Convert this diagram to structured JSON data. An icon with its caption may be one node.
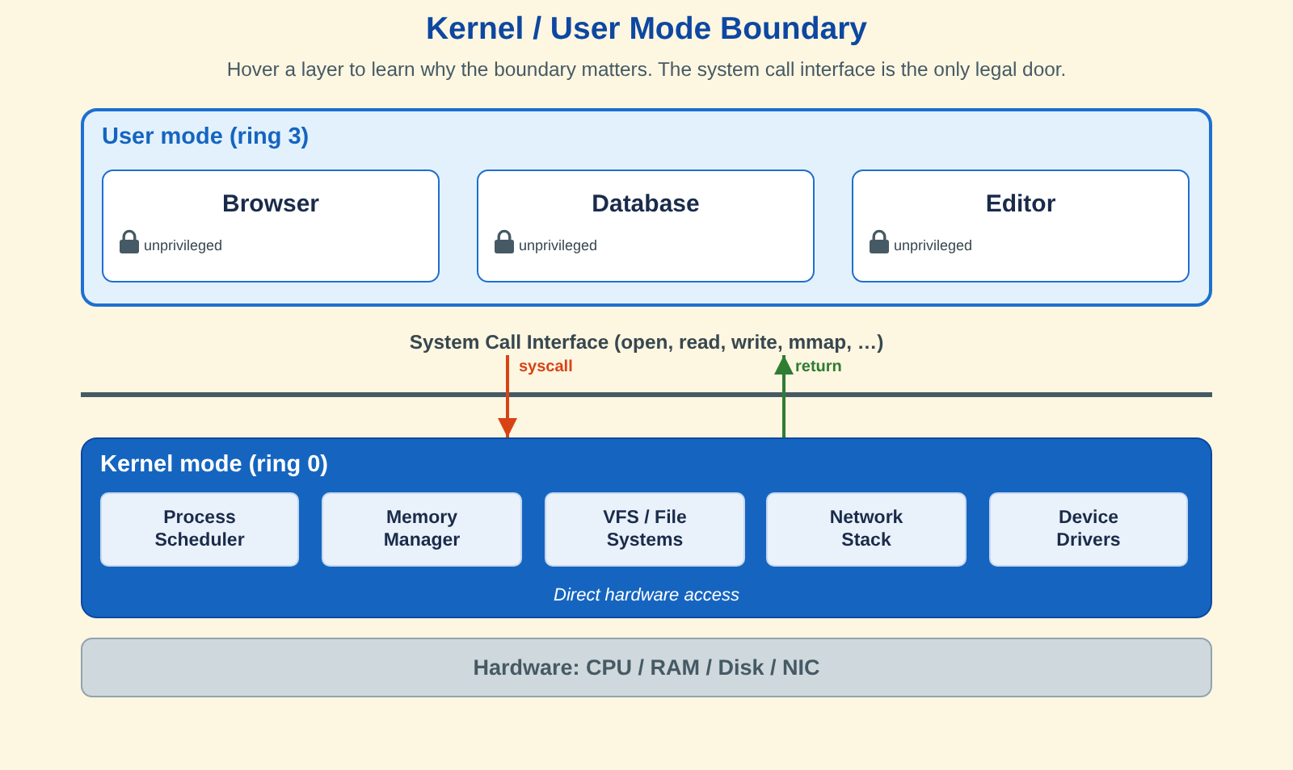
{
  "diagram": {
    "title": "Kernel / User Mode Boundary",
    "nodes": [
      {
        "text": [
          "User mode (ring 3)"
        ]
      },
      {
        "text": [
          "Browser",
          "unprivileged"
        ],
        "in": 0
      },
      {
        "text": [
          "Database",
          "unprivileged"
        ],
        "in": 0
      },
      {
        "text": [
          "Editor",
          "unprivileged"
        ],
        "in": 0
      },
      {
        "text": [
          "System Call Interface (open, read, write, mmap, …)"
        ]
      },
      {
        "text": [
          "Kernel mode (ring 0)",
          "Direct hardware access"
        ]
      },
      {
        "text": [
          "Process Scheduler"
        ],
        "in": 5
      },
      {
        "text": [
          "Memory Manager"
        ],
        "in": 5
      },
      {
        "text": [
          "VFS / File Systems"
        ],
        "in": 5
      },
      {
        "text": [
          "Network Stack"
        ],
        "in": 5
      },
      {
        "text": [
          "Device Drivers"
        ],
        "in": 5
      },
      {
        "text": [
          "Hardware: CPU / RAM / Disk / NIC"
        ]
      }
    ],
    "edges": [
      {
        "from": 4,
        "to": 5,
        "arrow": "to",
        "label": "syscall",
        "color": "#d84315"
      },
      {
        "from": 5,
        "to": 4,
        "arrow": "to",
        "label": "return",
        "color": "#2e7d32"
      }
    ],
    "labels": [
      "Hover a layer to learn why the boundary matters. The system call interface is the only legal door."
    ]
  }
}
